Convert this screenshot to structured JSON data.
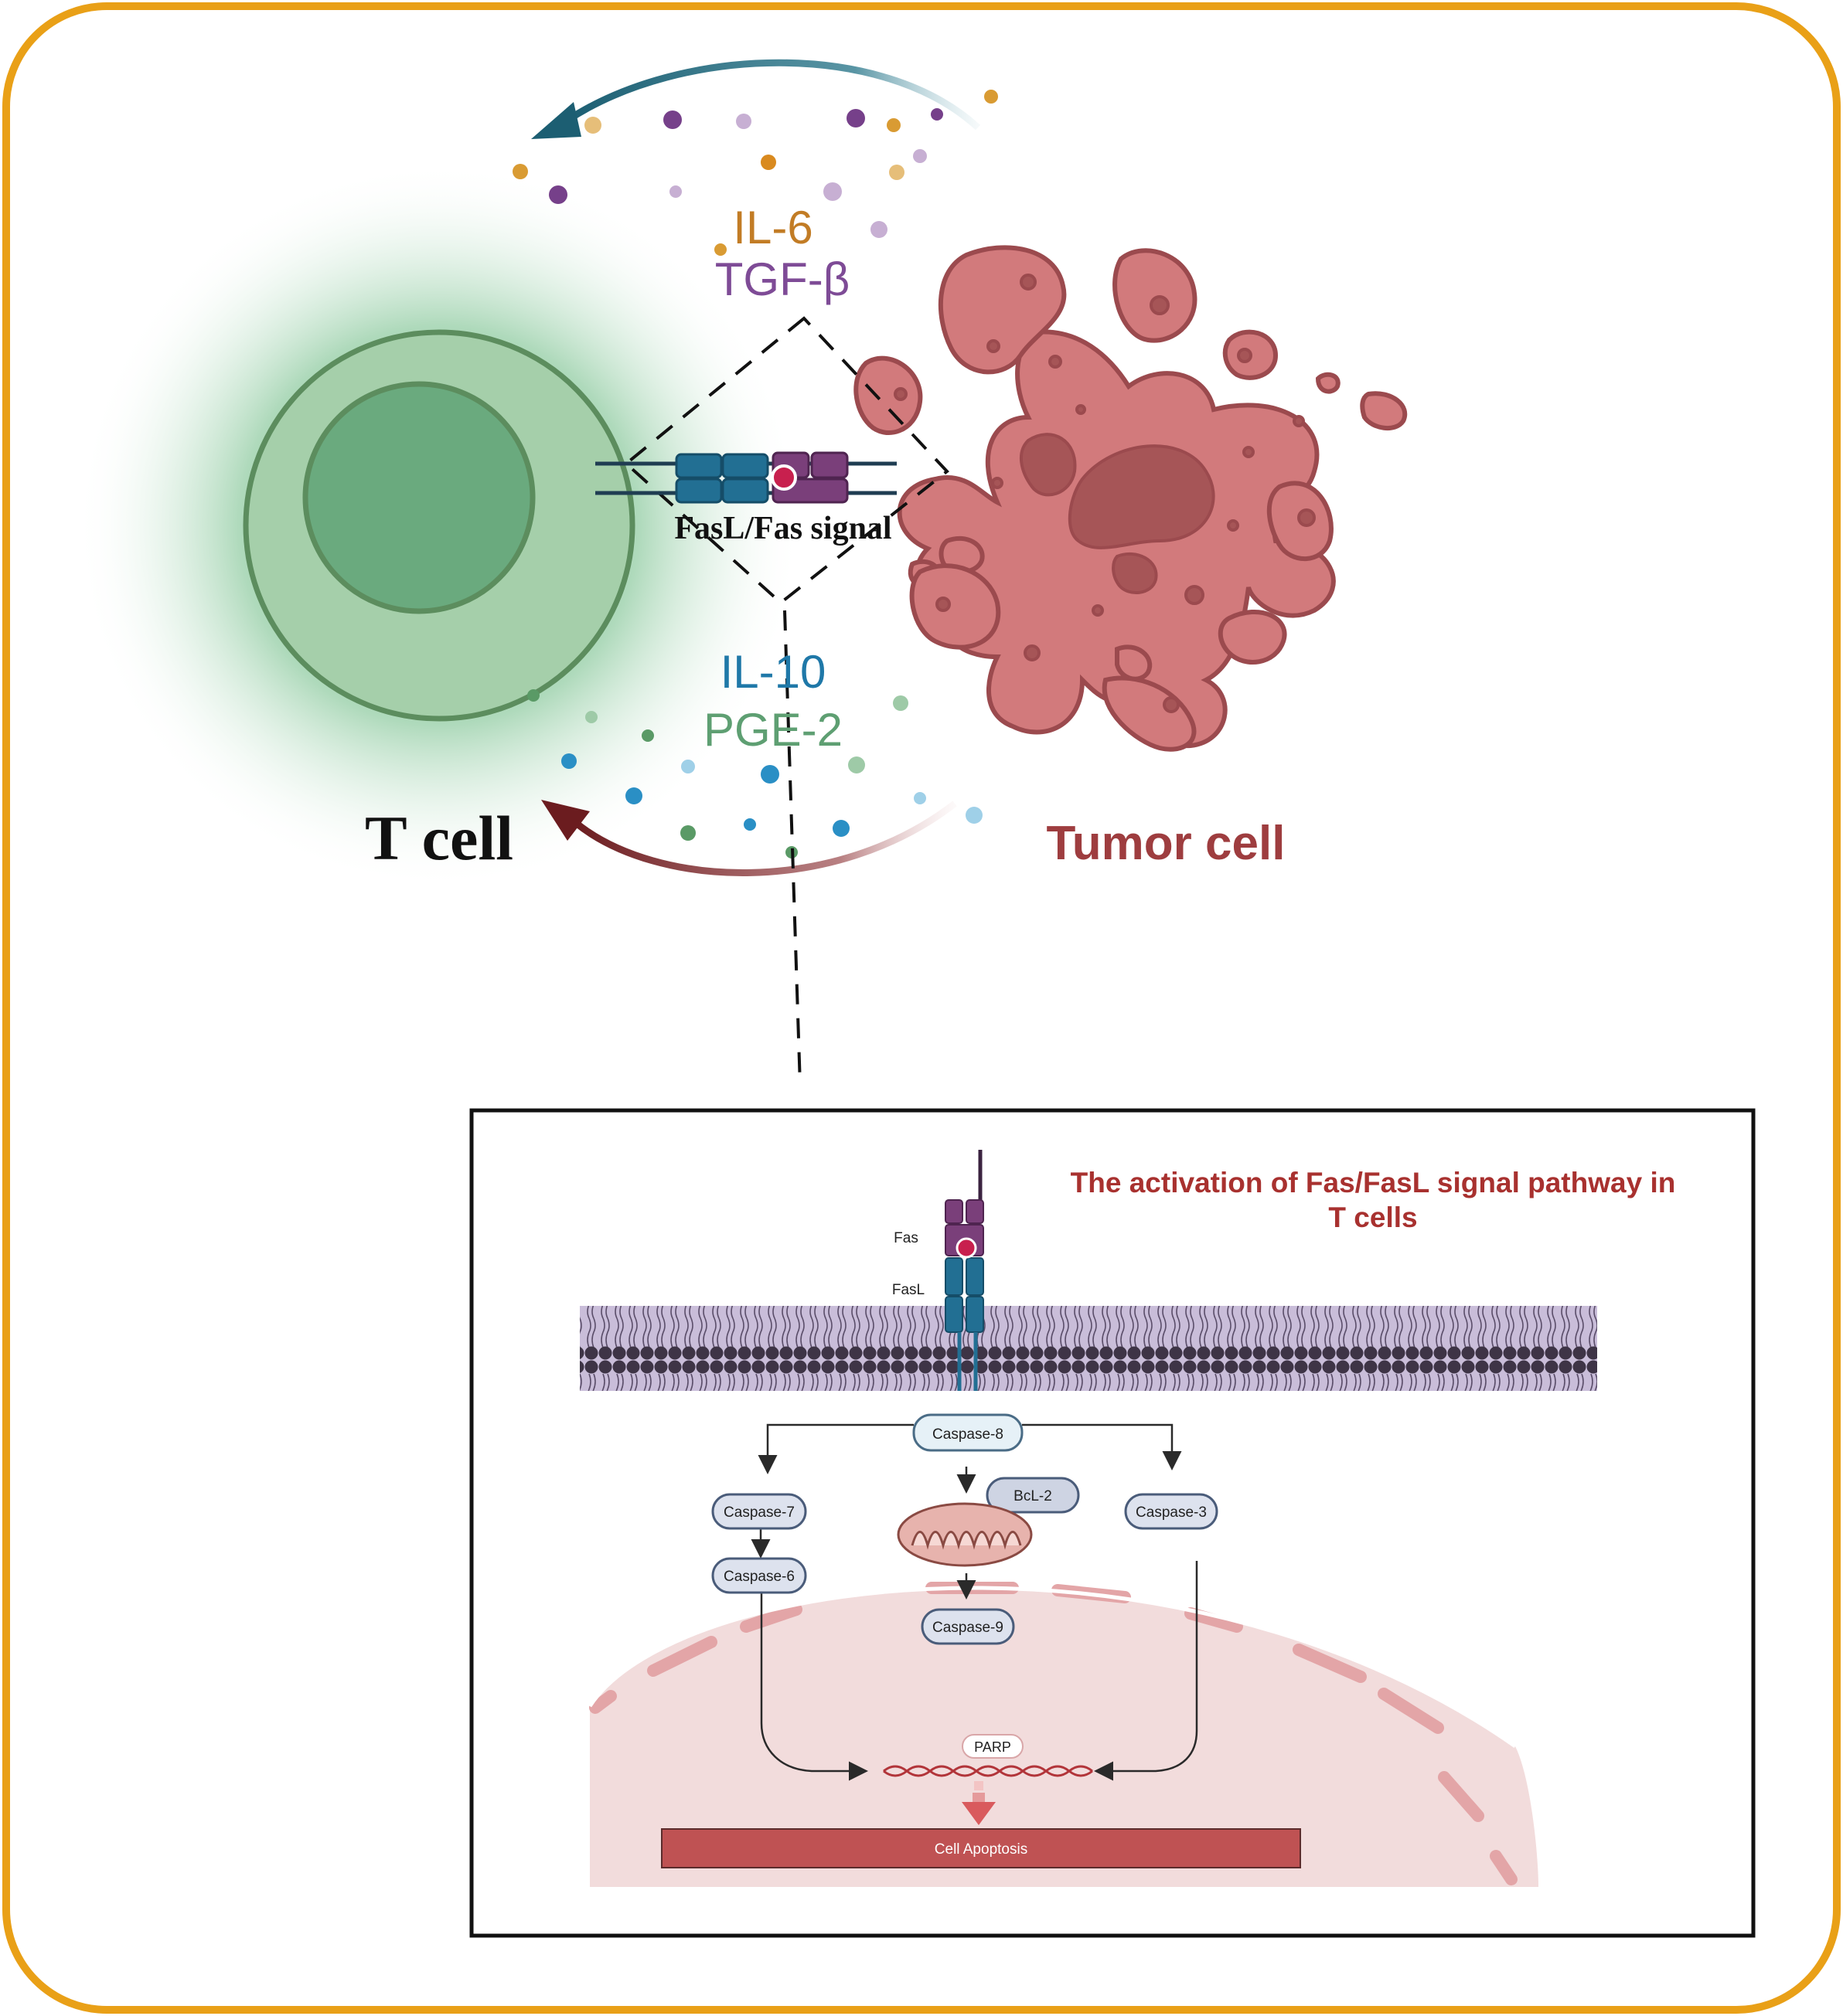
{
  "colors": {
    "frame_border": "#e9a017",
    "t_cell_outer": "#a5cfaa",
    "t_cell_inner": "#6aaa7e",
    "t_cell_border": "#5c8d5e",
    "tumor_fill": "#d27a7c",
    "tumor_dark": "#a65557",
    "tumor_border": "#9b4a4e",
    "fas_purple": "#7a3f7a",
    "fasl_teal": "#226f93",
    "ligand_core": "#c8204e",
    "orange_text": "#c27c25",
    "purple_text": "#7e4b96",
    "blue_text": "#1f78a8",
    "green_text": "#5e9f72",
    "tumor_label": "#9e3d3f",
    "pathway_title": "#a8312f",
    "caspase_fill": "#dde2ee",
    "nucleus_fill": "#f2dcdc",
    "apoptosis_bar": "#bf5253"
  },
  "overview": {
    "cytokines_top": [
      "IL-6",
      "TGF-β"
    ],
    "cytokines_bottom": [
      "IL-10",
      "PGE-2"
    ],
    "signal_label": "FasL/Fas signal",
    "t_cell_label": "T cell",
    "tumor_cell_label": "Tumor cell"
  },
  "detail": {
    "title_line1": "The activation of Fas/FasL signal  pathway in",
    "title_line2": "T cells",
    "receptor_labels": [
      "Fas",
      "FasL"
    ],
    "caspase8": "Caspase-8",
    "caspase7": "Caspase-7",
    "caspase6": "Caspase-6",
    "caspase3": "Caspase-3",
    "caspase9": "Caspase-9",
    "bcl2": "BcL-2",
    "parp": "PARP",
    "outcome": "Cell Apoptosis"
  }
}
